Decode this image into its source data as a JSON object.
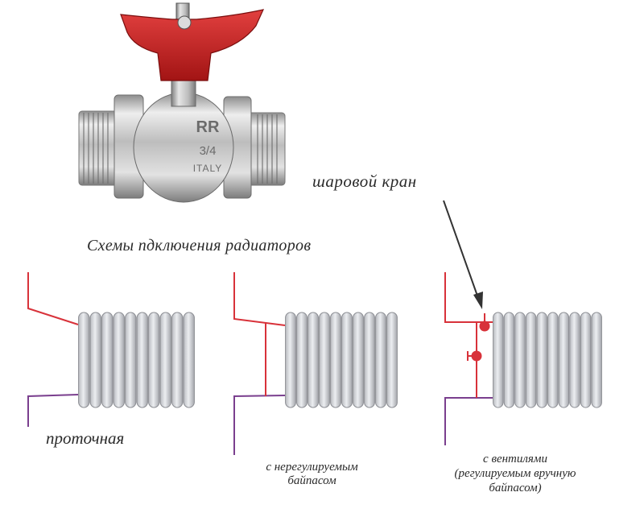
{
  "valve": {
    "brand_text": "RR",
    "size_text": "3/4",
    "origin_text": "ITALY"
  },
  "labels": {
    "ball_valve": "шаровой кран",
    "title": "Схемы пдключения радиаторов",
    "scheme1": "проточная",
    "scheme2_line1": "с нерегулируемым",
    "scheme2_line2": "байпасом",
    "scheme3_line1": "с вентилями",
    "scheme3_line2": "(регулируемым вручную",
    "scheme3_line3": "байпасом)"
  },
  "colors": {
    "supply_pipe": "#d8323a",
    "return_pipe": "#7a3f8e",
    "radiator_fill": "#d3d4d8",
    "radiator_edge": "#8a8c92",
    "valve_handle": "#d21f1f",
    "valve_body": "#c9c9c9",
    "arrow": "#333333"
  },
  "radiators": [
    {
      "name": "scheme-1-radiator",
      "sections": 10
    },
    {
      "name": "scheme-2-radiator",
      "sections": 10
    },
    {
      "name": "scheme-3-radiator",
      "sections": 10
    }
  ]
}
